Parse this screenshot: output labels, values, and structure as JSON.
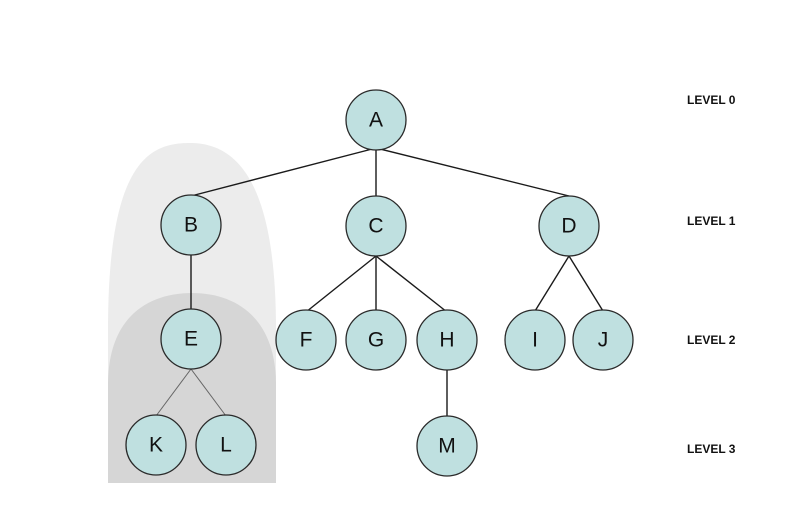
{
  "diagram": {
    "nodes": [
      "A",
      "B",
      "C",
      "D",
      "E",
      "F",
      "G",
      "H",
      "I",
      "J",
      "K",
      "L",
      "M"
    ],
    "levels": [
      "LEVEL 0",
      "LEVEL 1",
      "LEVEL 2",
      "LEVEL 3"
    ],
    "colors": {
      "node_fill": "#bfe0e0",
      "outer_highlight": "#ececec",
      "inner_highlight": "#d6d6d6"
    }
  }
}
